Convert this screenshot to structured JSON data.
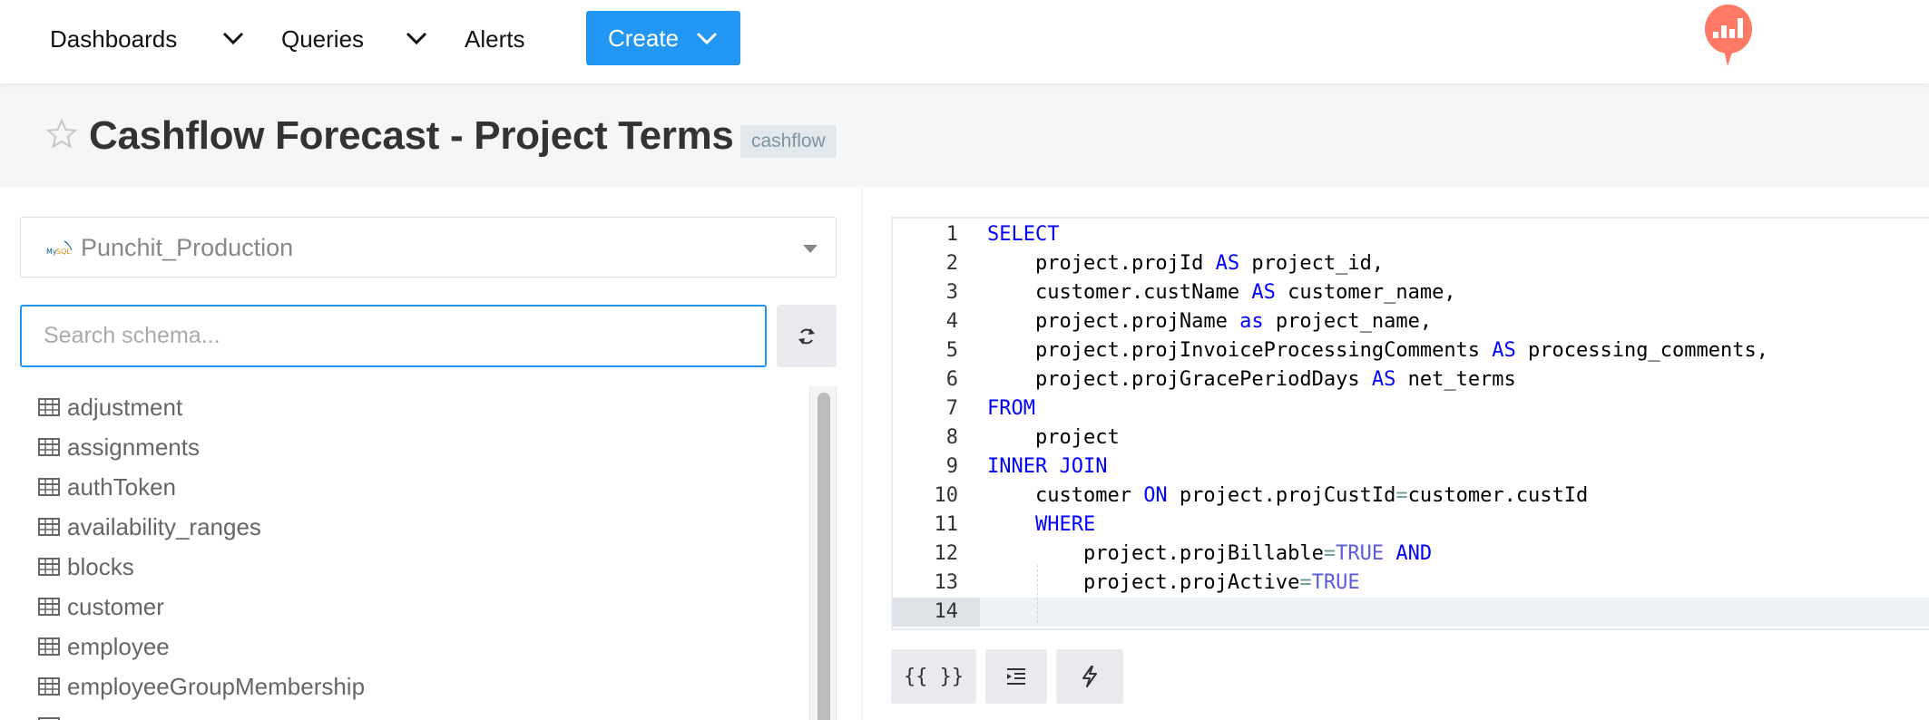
{
  "header": {
    "nav": [
      {
        "label": "Dashboards",
        "has_dropdown": true
      },
      {
        "label": "Queries",
        "has_dropdown": true
      },
      {
        "label": "Alerts",
        "has_dropdown": false
      }
    ],
    "create_label": "Create",
    "logo_icon": "redash-logo-icon",
    "brand_color": "#ff7964",
    "accent_color": "#2196f3"
  },
  "query": {
    "title": "Cashflow Forecast - Project Terms",
    "favorite": false,
    "tags": [
      "cashflow"
    ]
  },
  "schema_panel": {
    "data_source": "Punchit_Production",
    "data_source_type_icon": "mysql-icon",
    "search_placeholder": "Search schema...",
    "search_value": "",
    "refresh_icon": "refresh-icon",
    "tables": [
      "adjustment",
      "assignments",
      "authToken",
      "availability_ranges",
      "blocks",
      "customer",
      "employee",
      "employeeGroupMembership"
    ]
  },
  "editor": {
    "active_line": 14,
    "lines": [
      {
        "n": "1",
        "tokens": [
          {
            "t": "SELECT",
            "c": "kw"
          }
        ]
      },
      {
        "n": "2",
        "tokens": [
          {
            "t": "    project.projId ",
            "c": ""
          },
          {
            "t": "AS",
            "c": "kw"
          },
          {
            "t": " project_id,",
            "c": ""
          }
        ]
      },
      {
        "n": "3",
        "tokens": [
          {
            "t": "    customer.custName ",
            "c": ""
          },
          {
            "t": "AS",
            "c": "kw"
          },
          {
            "t": " customer_name,",
            "c": ""
          }
        ]
      },
      {
        "n": "4",
        "tokens": [
          {
            "t": "    project.projName ",
            "c": ""
          },
          {
            "t": "as",
            "c": "kw"
          },
          {
            "t": " project_name,",
            "c": ""
          }
        ]
      },
      {
        "n": "5",
        "tokens": [
          {
            "t": "    project.projInvoiceProcessingComments ",
            "c": ""
          },
          {
            "t": "AS",
            "c": "kw"
          },
          {
            "t": " processing_comments,",
            "c": ""
          }
        ]
      },
      {
        "n": "6",
        "tokens": [
          {
            "t": "    project.projGracePeriodDays ",
            "c": ""
          },
          {
            "t": "AS",
            "c": "kw"
          },
          {
            "t": " net_terms",
            "c": ""
          }
        ]
      },
      {
        "n": "7",
        "tokens": [
          {
            "t": "FROM",
            "c": "kw"
          }
        ]
      },
      {
        "n": "8",
        "tokens": [
          {
            "t": "    project",
            "c": ""
          }
        ]
      },
      {
        "n": "9",
        "tokens": [
          {
            "t": "INNER JOIN",
            "c": "kw"
          }
        ]
      },
      {
        "n": "10",
        "tokens": [
          {
            "t": "    customer ",
            "c": ""
          },
          {
            "t": "ON",
            "c": "kw"
          },
          {
            "t": " project.projCustId",
            "c": ""
          },
          {
            "t": "=",
            "c": "op"
          },
          {
            "t": "customer.custId",
            "c": ""
          }
        ]
      },
      {
        "n": "11",
        "tokens": [
          {
            "t": "    ",
            "c": ""
          },
          {
            "t": "WHERE",
            "c": "kw"
          }
        ]
      },
      {
        "n": "12",
        "tokens": [
          {
            "t": "        project.projBillable",
            "c": ""
          },
          {
            "t": "=",
            "c": "op"
          },
          {
            "t": "TRUE",
            "c": "bool"
          },
          {
            "t": " ",
            "c": ""
          },
          {
            "t": "AND",
            "c": "kw"
          }
        ]
      },
      {
        "n": "13",
        "tokens": [
          {
            "t": "        project.projActive",
            "c": ""
          },
          {
            "t": "=",
            "c": "op"
          },
          {
            "t": "TRUE",
            "c": "bool"
          }
        ]
      },
      {
        "n": "14",
        "tokens": []
      }
    ],
    "buttons": [
      {
        "label": "{{ }}",
        "icon": "parameter-braces-icon",
        "name": "add-parameter-button"
      },
      {
        "label": "",
        "icon": "format-indent-icon",
        "name": "format-query-button"
      },
      {
        "label": "",
        "icon": "lightning-bolt-icon",
        "name": "autocomplete-toggle-button"
      }
    ]
  }
}
